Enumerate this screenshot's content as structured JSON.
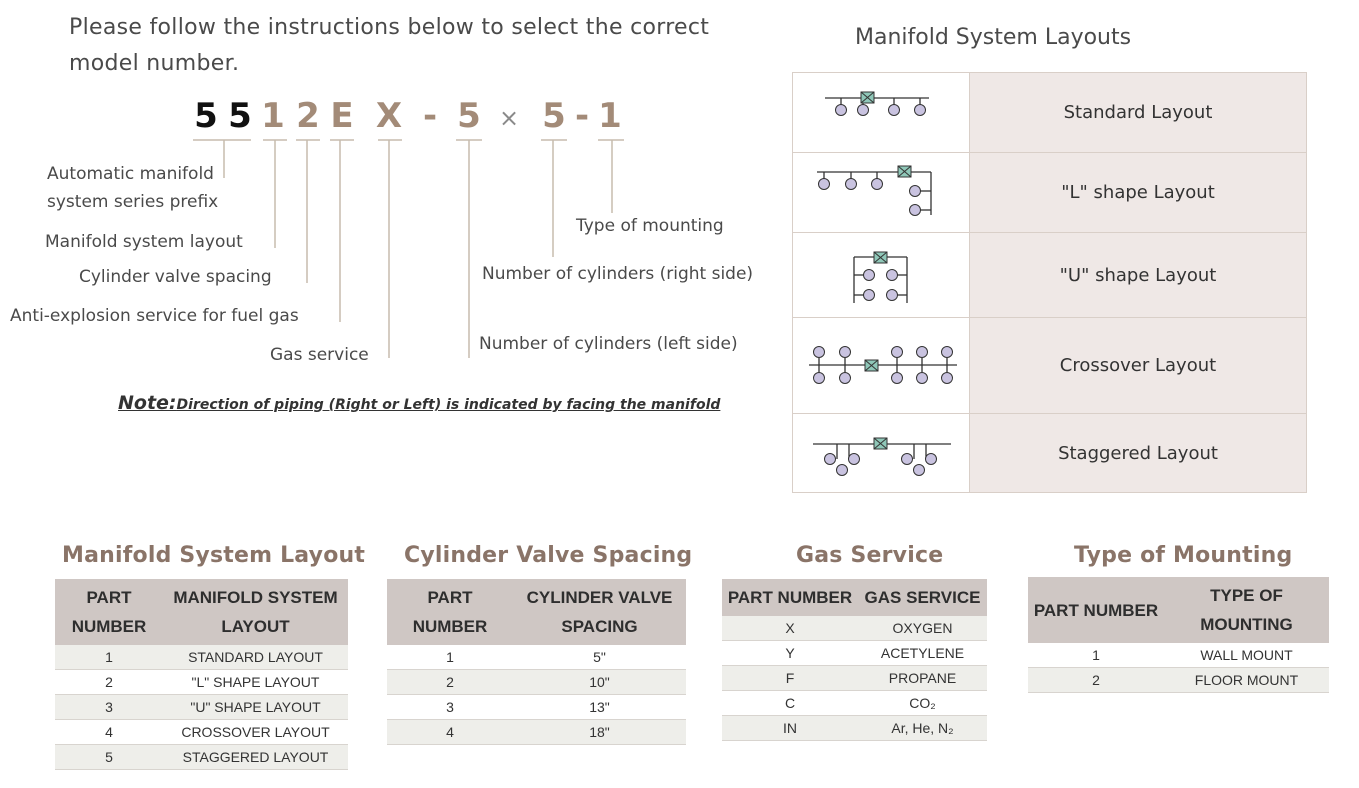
{
  "intro_text": "Please follow the instructions below to select the correct model number.",
  "model_code": {
    "chars": [
      "5",
      "5",
      "1",
      "2",
      "E",
      "X",
      "-",
      "5",
      "×",
      "5",
      "-",
      "1"
    ]
  },
  "labels": {
    "prefix_line1": "Automatic manifold",
    "prefix_line2": "system series prefix",
    "layout": "Manifold system layout",
    "spacing": "Cylinder valve spacing",
    "anti_explosion": "Anti-explosion service for fuel gas",
    "gas_service": "Gas service",
    "mounting": "Type of mounting",
    "right_cyl": "Number of cylinders (right side)",
    "left_cyl": "Number of cylinders (left side)"
  },
  "note": {
    "prefix": "Note:",
    "text": "Direction of piping (Right or Left) is indicated by facing the manifold"
  },
  "layouts": {
    "title": "Manifold System Layouts",
    "items": [
      {
        "name": "Standard Layout",
        "icon": "standard-layout-diagram"
      },
      {
        "name": "\"L\" shape Layout",
        "icon": "l-shape-layout-diagram"
      },
      {
        "name": "\"U\" shape Layout",
        "icon": "u-shape-layout-diagram"
      },
      {
        "name": "Crossover Layout",
        "icon": "crossover-layout-diagram"
      },
      {
        "name": "Staggered Layout",
        "icon": "staggered-layout-diagram"
      }
    ]
  },
  "tables": {
    "layout": {
      "title": "Manifold System Layout",
      "headers": [
        "PART NUMBER",
        "MANIFOLD SYSTEM LAYOUT"
      ],
      "rows": [
        [
          "1",
          "STANDARD LAYOUT"
        ],
        [
          "2",
          "\"L\" SHAPE LAYOUT"
        ],
        [
          "3",
          "\"U\" SHAPE LAYOUT"
        ],
        [
          "4",
          "CROSSOVER  LAYOUT"
        ],
        [
          "5",
          "STAGGERED LAYOUT"
        ]
      ]
    },
    "spacing": {
      "title": "Cylinder Valve Spacing",
      "headers": [
        "PART NUMBER",
        "CYLINDER VALVE SPACING"
      ],
      "rows": [
        [
          "1",
          "5\""
        ],
        [
          "2",
          "10\""
        ],
        [
          "3",
          "13\""
        ],
        [
          "4",
          "18\""
        ]
      ]
    },
    "gas": {
      "title": "Gas Service",
      "headers": [
        "PART NUMBER",
        "GAS SERVICE"
      ],
      "rows": [
        [
          "X",
          "OXYGEN"
        ],
        [
          "Y",
          "ACETYLENE"
        ],
        [
          "F",
          "PROPANE"
        ],
        [
          "C",
          "CO₂"
        ],
        [
          "IN",
          "Ar, He, N₂"
        ]
      ]
    },
    "mounting": {
      "title": "Type of Mounting",
      "headers": [
        "PART NUMBER",
        "TYPE OF MOUNTING"
      ],
      "rows": [
        [
          "1",
          "WALL MOUNT"
        ],
        [
          "2",
          "FLOOR MOUNT"
        ]
      ]
    }
  },
  "colors": {
    "code_black": "#111111",
    "code_brown": "#a38b78",
    "header_bg": "#cfc7c4",
    "row_alt_bg": "#eeeeea",
    "layout_name_bg": "#efe8e6",
    "cylinder_fill": "#c9c3e0",
    "valve_fill": "#8fc7b8"
  }
}
